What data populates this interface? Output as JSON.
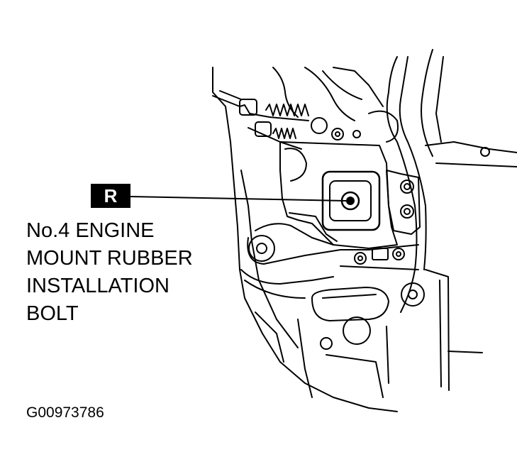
{
  "callout": {
    "symbol": "R"
  },
  "label": {
    "lines": [
      "No.4 ENGINE",
      "MOUNT RUBBER",
      "INSTALLATION",
      "BOLT"
    ]
  },
  "figure": {
    "id": "G00973786"
  },
  "colors": {
    "ink": "#000000",
    "paper": "#ffffff"
  }
}
